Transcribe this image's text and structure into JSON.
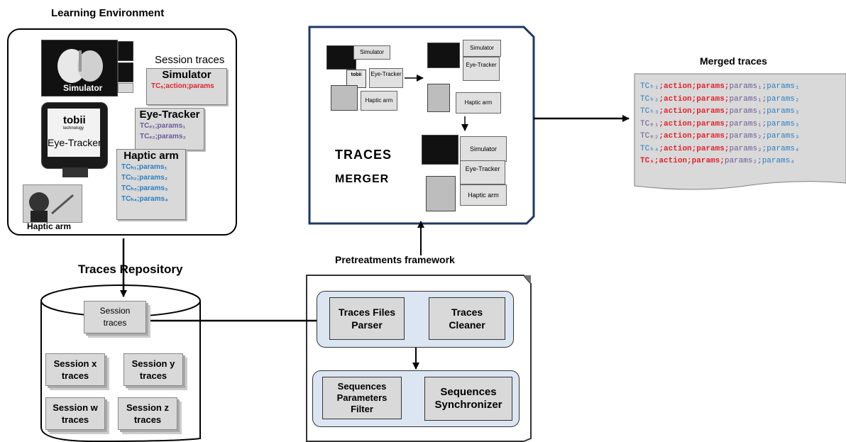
{
  "learning_env": {
    "title": "Learning Environment",
    "session_traces_label": "Session traces",
    "simulator_img_label": "Simulator",
    "tobii_brand": "tobii",
    "tobii_sub": "technology",
    "eyetracker_img_label": "Eye-Tracker",
    "haptic_img_label": "Haptic arm",
    "simulator_doc": {
      "title": "Simulator",
      "line": "TCₛ;action;params"
    },
    "eyetracker_doc": {
      "title": "Eye-Tracker",
      "lines": [
        "TCₑ₁;params₁",
        "TCₑ₂;params₂"
      ]
    },
    "haptic_doc": {
      "title": "Haptic arm",
      "lines": [
        "TCₕ₁;params₁",
        "TCₕ₂;params₂",
        "TCₕ₃;params₃",
        "TCₕ₄;params₄"
      ]
    }
  },
  "repository": {
    "title": "Traces Repository",
    "current": "Session traces",
    "sessions": [
      "Session x traces",
      "Session y traces",
      "Session w traces",
      "Session z traces"
    ]
  },
  "pretreatments": {
    "title": "Pretreatments framework",
    "parser": "Traces Files Parser",
    "cleaner": "Traces Cleaner",
    "filter": "Sequences Parameters Filter",
    "synchronizer": "Sequences Synchronizer"
  },
  "merger": {
    "title_line1": "TRACES",
    "title_line2": "MERGER",
    "mini_simulator": "Simulator",
    "mini_eye": "Eye-Tracker",
    "mini_haptic": "Haptic arm",
    "mini_tobii": "tobii"
  },
  "merged": {
    "title": "Merged traces",
    "lines": [
      {
        "tc": "TCₕ₁",
        "tc_color": "blue",
        "p1": "params₁",
        "p2": "params₁",
        "p2_color": "blue"
      },
      {
        "tc": "TCₕ₂",
        "tc_color": "blue",
        "p1": "params₁",
        "p2": "params₂",
        "p2_color": "blue"
      },
      {
        "tc": "TCₕ₃",
        "tc_color": "blue",
        "p1": "params₁",
        "p2": "params₃",
        "p2_color": "blue"
      },
      {
        "tc": "TCₑ₁",
        "tc_color": "purple",
        "p1": "params₁",
        "p2": "params₃",
        "p2_color": "blue"
      },
      {
        "tc": "TCₑ₂",
        "tc_color": "purple",
        "p1": "params₂",
        "p2": "params₃",
        "p2_color": "blue"
      },
      {
        "tc": "TCₕ₄",
        "tc_color": "blue",
        "p1": "params₂",
        "p2": "params₄",
        "p2_color": "blue"
      },
      {
        "tc": "TCₛ",
        "tc_color": "red",
        "p1": "params₂",
        "p2": "params₄",
        "p2_color": "blue"
      }
    ],
    "action": ";action;",
    "params_red": "params",
    "sep": ";"
  },
  "colors": {
    "red": "#e0232f",
    "purple": "#6b5b95",
    "blue": "#2a7fc0",
    "box_fill": "#d9d9d9",
    "framework_fill": "#dce6f2"
  }
}
